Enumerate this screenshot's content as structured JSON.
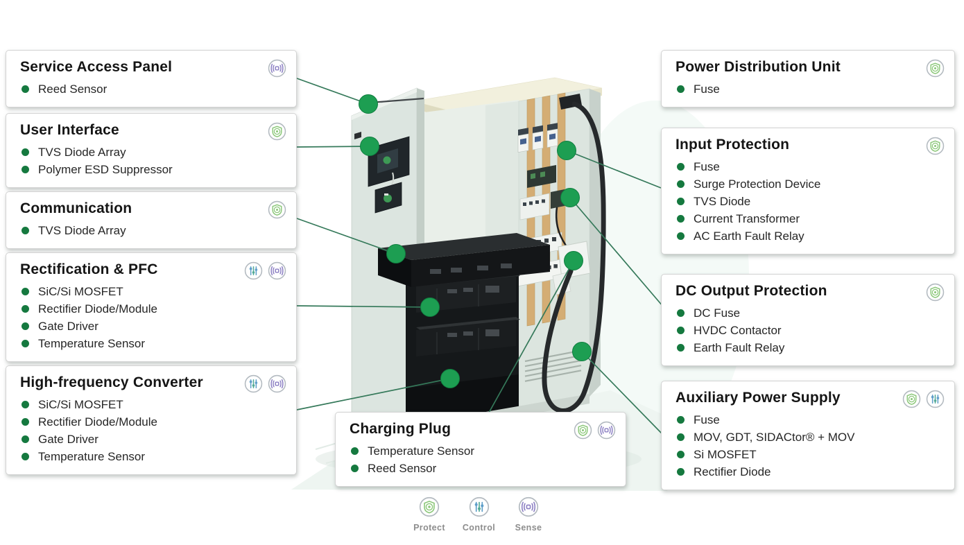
{
  "callouts": [
    {
      "id": "service-access-panel",
      "title": "Service Access Panel",
      "items": [
        "Reed Sensor"
      ],
      "icons": [
        "sense"
      ]
    },
    {
      "id": "user-interface",
      "title": "User Interface",
      "items": [
        "TVS Diode Array",
        "Polymer ESD Suppressor"
      ],
      "icons": [
        "protect"
      ]
    },
    {
      "id": "communication",
      "title": "Communication",
      "items": [
        "TVS Diode Array"
      ],
      "icons": [
        "protect"
      ]
    },
    {
      "id": "rectification-pfc",
      "title": "Rectification & PFC",
      "items": [
        "SiC/Si MOSFET",
        "Rectifier Diode/Module",
        "Gate Driver",
        "Temperature Sensor"
      ],
      "icons": [
        "control",
        "sense"
      ]
    },
    {
      "id": "high-frequency-converter",
      "title": "High-frequency Converter",
      "items": [
        "SiC/Si MOSFET",
        "Rectifier Diode/Module",
        "Gate Driver",
        "Temperature Sensor"
      ],
      "icons": [
        "control",
        "sense"
      ]
    },
    {
      "id": "power-distribution-unit",
      "title": "Power Distribution Unit",
      "items": [
        "Fuse"
      ],
      "icons": [
        "protect"
      ]
    },
    {
      "id": "input-protection",
      "title": "Input Protection",
      "items": [
        "Fuse",
        "Surge Protection Device",
        "TVS Diode",
        "Current Transformer",
        "AC Earth Fault Relay"
      ],
      "icons": [
        "protect"
      ]
    },
    {
      "id": "dc-output-protection",
      "title": "DC Output Protection",
      "items": [
        "DC Fuse",
        "HVDC Contactor",
        "Earth Fault Relay"
      ],
      "icons": [
        "protect"
      ]
    },
    {
      "id": "auxiliary-power-supply",
      "title": "Auxiliary Power Supply",
      "items": [
        "Fuse",
        "MOV, GDT, SIDACtor® + MOV",
        "Si MOSFET",
        "Rectifier Diode"
      ],
      "icons": [
        "protect",
        "control"
      ]
    },
    {
      "id": "charging-plug",
      "title": "Charging Plug",
      "items": [
        "Temperature Sensor",
        "Reed Sensor"
      ],
      "icons": [
        "protect",
        "sense"
      ]
    }
  ],
  "legend": [
    {
      "id": "protect",
      "label": "Protect"
    },
    {
      "id": "control",
      "label": "Control"
    },
    {
      "id": "sense",
      "label": "Sense"
    }
  ],
  "colors": {
    "dot_green": "#1d9e52",
    "dot_edge": "#0f7e3f",
    "line_green": "#35795a",
    "bullet_green": "#15793f",
    "protect_icon": "#8cc87a",
    "control_icon_blue": "#5f9fc9",
    "control_icon_teal": "#54ab96",
    "sense_icon": "#8b7fc3",
    "legend_label": "#8d8d8d"
  }
}
